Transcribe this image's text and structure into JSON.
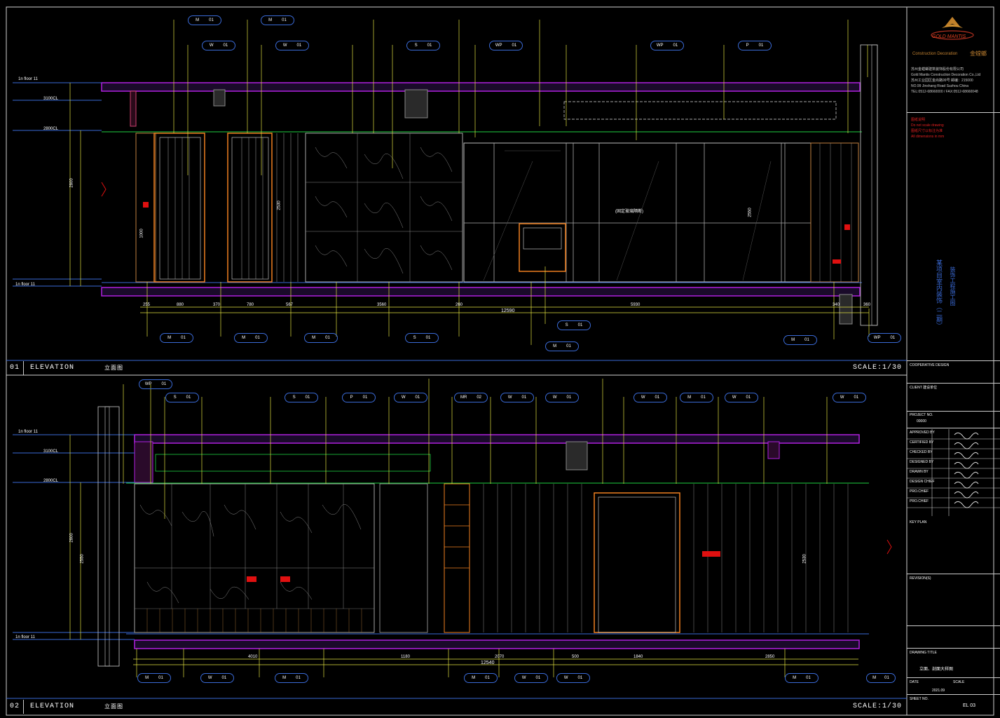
{
  "elevation1": {
    "number": "01",
    "label": "ELEVATION",
    "label_cn": "立面图",
    "scale": "SCALE:1/30",
    "levels": [
      "1n floor 11",
      "3100CL",
      "2800CL",
      "1n floor 11"
    ],
    "overall_dim": "12590",
    "bottom_dims": [
      "255",
      "880",
      "370",
      "780",
      "567",
      "3560",
      "260",
      "5930",
      "340",
      "360"
    ],
    "height_dims": [
      "2800",
      "2530",
      "1000",
      "2550"
    ],
    "center_note": "(固定玻璃隔断)",
    "tags_top": [
      {
        "code": "M",
        "num": "01"
      },
      {
        "code": "M",
        "num": "01"
      },
      {
        "code": "W",
        "num": "01"
      },
      {
        "code": "W",
        "num": "01"
      },
      {
        "code": "S",
        "num": "01"
      },
      {
        "code": "WP",
        "num": "01"
      },
      {
        "code": "WP",
        "num": "01"
      },
      {
        "code": "P",
        "num": "01"
      }
    ],
    "tags_bottom": [
      {
        "code": "M",
        "num": "01"
      },
      {
        "code": "M",
        "num": "01"
      },
      {
        "code": "M",
        "num": "01"
      },
      {
        "code": "S",
        "num": "01"
      },
      {
        "code": "S",
        "num": "01"
      },
      {
        "code": "M",
        "num": "01"
      },
      {
        "code": "M",
        "num": "01"
      },
      {
        "code": "WP",
        "num": "01"
      }
    ]
  },
  "elevation2": {
    "number": "02",
    "label": "ELEVATION",
    "label_cn": "立面图",
    "scale": "SCALE:1/30",
    "levels": [
      "1n floor 11",
      "3100CL",
      "2800CL",
      "1n floor 11"
    ],
    "overall_dim": "12540",
    "bottom_dims": [
      "4010",
      "1180",
      "2070",
      "500",
      "1840",
      "2850"
    ],
    "height_dims": [
      "2800",
      "2550",
      "2530"
    ],
    "tags_top": [
      {
        "code": "WP",
        "num": "01"
      },
      {
        "code": "S",
        "num": "01"
      },
      {
        "code": "S",
        "num": "01"
      },
      {
        "code": "P",
        "num": "01"
      },
      {
        "code": "W",
        "num": "01"
      },
      {
        "code": "MR",
        "num": "02"
      },
      {
        "code": "W",
        "num": "01"
      },
      {
        "code": "W",
        "num": "01"
      },
      {
        "code": "W",
        "num": "01"
      },
      {
        "code": "M",
        "num": "01"
      },
      {
        "code": "W",
        "num": "01"
      },
      {
        "code": "W",
        "num": "01"
      }
    ],
    "tags_bottom": [
      {
        "code": "M",
        "num": "01"
      },
      {
        "code": "W",
        "num": "01"
      },
      {
        "code": "M",
        "num": "01"
      },
      {
        "code": "M",
        "num": "01"
      },
      {
        "code": "W",
        "num": "01"
      },
      {
        "code": "W",
        "num": "01"
      },
      {
        "code": "M",
        "num": "01"
      },
      {
        "code": "M",
        "num": "01"
      }
    ]
  },
  "title_block": {
    "brand": "GOLD MANTIS",
    "brand_cn": "金螳螂",
    "company_en": "Construction Decoration",
    "address_lines": [
      "苏州金螳螂建筑装饰股份有限公司",
      "Gold Mantis Construction Decoration Co.,Ltd",
      "苏州工业园区金尚路99号  邮编：215000",
      "NO.99 Jinshang Road Suzhou China",
      "TEL:0512-68660000 / FAX:0512-68660048"
    ],
    "notes_red": [
      "图纸说明",
      "Do not scale drawing",
      "图纸尺寸以标注为准",
      "All dimensions in mm"
    ],
    "vertical_title": "某项目室内装饰（二期）",
    "vertical_title2": "装饰工程施工图",
    "cooperative_design": "COOPERATIVE DESIGN",
    "client_label": "CLIENT 建设单位",
    "project_no_label": "PROJECT NO.",
    "project_no": "00000",
    "roles": [
      "APPROVED BY",
      "CERTIFIED BY",
      "CHECKED BY",
      "DESIGNED BY",
      "DRAWN BY",
      "DESIGN CHIEF",
      "PRO.CHIEF",
      "PRO.CHIEF"
    ],
    "key_plan": "KEY PLAN",
    "revisions": "REVISION(S)",
    "drawing_title_label": "DRAWING TITLE",
    "drawing_title": "立面、剖面大样图",
    "date_label": "DATE",
    "date": "2021.09",
    "scale_label": "SCALE",
    "sheet_label": "SHEET NO.",
    "sheet_no": "EL 03"
  }
}
